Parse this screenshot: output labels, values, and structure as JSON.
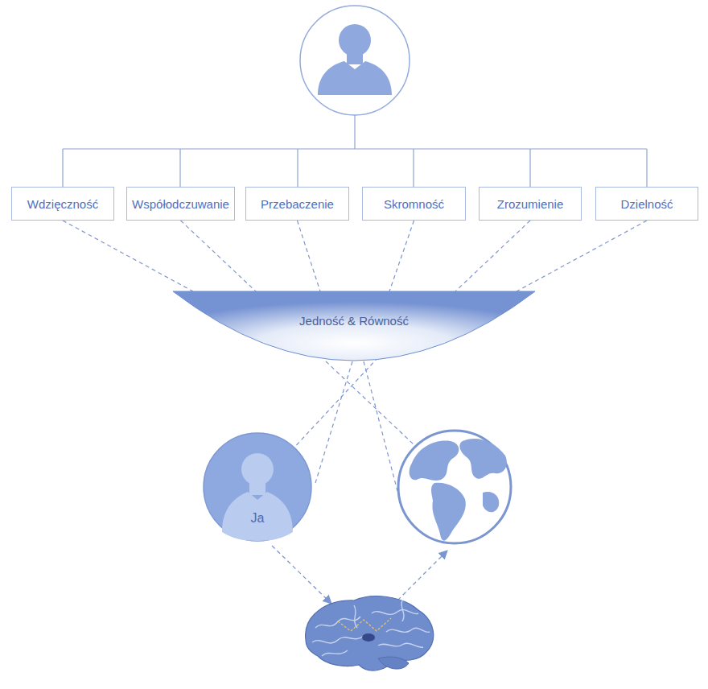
{
  "diagram": {
    "nodes": [
      {
        "text": [
          "Wdzięczność"
        ]
      },
      {
        "text": [
          "Współodczuwanie"
        ]
      },
      {
        "text": [
          "Przebaczenie"
        ]
      },
      {
        "text": [
          "Skromność"
        ]
      },
      {
        "text": [
          "Zrozumienie"
        ]
      },
      {
        "text": [
          "Dzielność"
        ]
      },
      {
        "text": [
          "Jedność & Równość"
        ]
      },
      {
        "text": [
          "Ja"
        ]
      }
    ],
    "edges": [
      {
        "from": 0,
        "to": 6,
        "arrow": "none"
      },
      {
        "from": 1,
        "to": 6,
        "arrow": "none"
      },
      {
        "from": 2,
        "to": 6,
        "arrow": "none"
      },
      {
        "from": 3,
        "to": 6,
        "arrow": "none"
      },
      {
        "from": 4,
        "to": 6,
        "arrow": "none"
      },
      {
        "from": 5,
        "to": 6,
        "arrow": "none"
      },
      {
        "from": 6,
        "to": 7,
        "arrow": "none"
      }
    ]
  }
}
